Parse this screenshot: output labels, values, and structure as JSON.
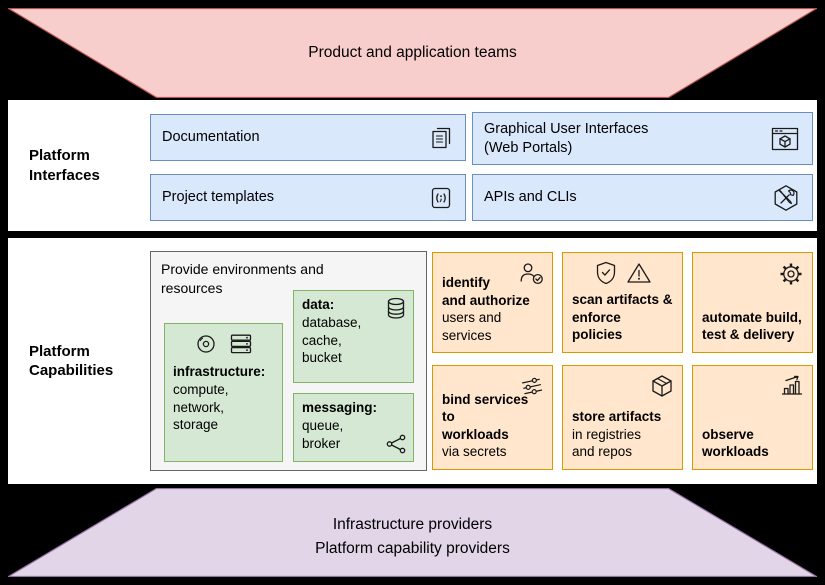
{
  "colors": {
    "background": "#000000",
    "band_fill": "#ffffff",
    "top_banner_fill": "#f8cecc",
    "top_banner_border": "#b85450",
    "bottom_banner_fill": "#e1d5e7",
    "bottom_banner_border": "#9673a6",
    "interface_card_fill": "#dae8fc",
    "interface_card_border": "#6c8ebf",
    "environment_fill": "#f5f5f5",
    "environment_border": "#666666",
    "resource_fill": "#d5e8d4",
    "resource_border": "#82b366",
    "capability_fill": "#ffe6cc",
    "capability_border": "#d79b00"
  },
  "top_banner": {
    "label": "Product and application teams"
  },
  "platform_interfaces": {
    "title": "Platform Interfaces",
    "cards": [
      {
        "label": "Documentation",
        "icon": "document-icon"
      },
      {
        "label": "Graphical User Interfaces\n(Web Portals)",
        "icon": "web-portal-icon"
      },
      {
        "label": "Project templates",
        "icon": "code-file-icon"
      },
      {
        "label": "APIs and CLIs",
        "icon": "tools-icon"
      }
    ]
  },
  "platform_capabilities": {
    "title": "Platform Capabilities",
    "environments": {
      "title": "Provide environments and\nresources",
      "resources": [
        {
          "title": "infrastructure:",
          "items": "compute,\nnetwork,\nstorage",
          "icons": [
            "disc-icon",
            "server-stack-icon"
          ]
        },
        {
          "title": "data:",
          "items": "database,\ncache,\nbucket",
          "icons": [
            "database-icon"
          ]
        },
        {
          "title": "messaging:",
          "items": "queue,\nbroker",
          "icons": [
            "branch-icon"
          ]
        }
      ]
    },
    "capabilities": [
      {
        "bold": "identify\nand authorize",
        "rest": "users and\nservices",
        "icons": [
          "person-check-icon"
        ]
      },
      {
        "bold": "scan artifacts &\nenforce policies",
        "rest": "",
        "icons": [
          "shield-check-icon",
          "warning-icon"
        ]
      },
      {
        "bold": "automate build,\ntest & delivery",
        "rest": "",
        "icons": [
          "gear-icon"
        ]
      },
      {
        "bold": "bind services to\nworkloads",
        "rest": "via secrets",
        "icons": [
          "sliders-icon"
        ]
      },
      {
        "bold": "store artifacts",
        "rest": "in registries\nand repos",
        "icons": [
          "package-icon"
        ]
      },
      {
        "bold": "observe\nworkloads",
        "rest": "",
        "icons": [
          "bar-chart-icon"
        ]
      }
    ]
  },
  "bottom_banner": {
    "line1": "Infrastructure providers",
    "line2": "Platform capability providers"
  }
}
